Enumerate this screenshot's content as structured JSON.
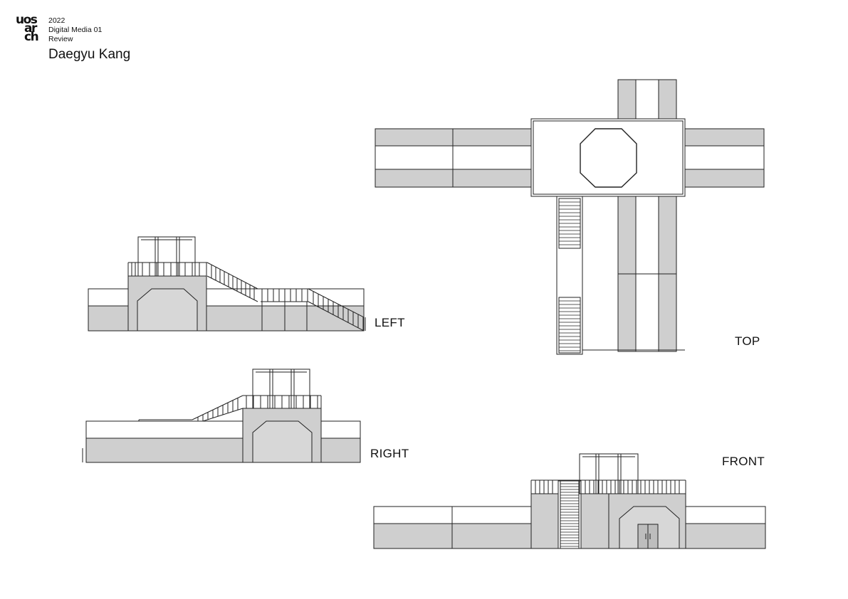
{
  "header": {
    "logo_lines": [
      "uos",
      "ar",
      "ch"
    ],
    "year": "2022",
    "course": "Digital Media 01",
    "type": "Review",
    "author": "Daegyu Kang"
  },
  "views": {
    "left": "LEFT",
    "right": "RIGHT",
    "top": "TOP",
    "front": "FRONT"
  },
  "colors": {
    "fill": "#cfcfcf",
    "fill_light": "#e6e6e6",
    "line": "#222222"
  }
}
